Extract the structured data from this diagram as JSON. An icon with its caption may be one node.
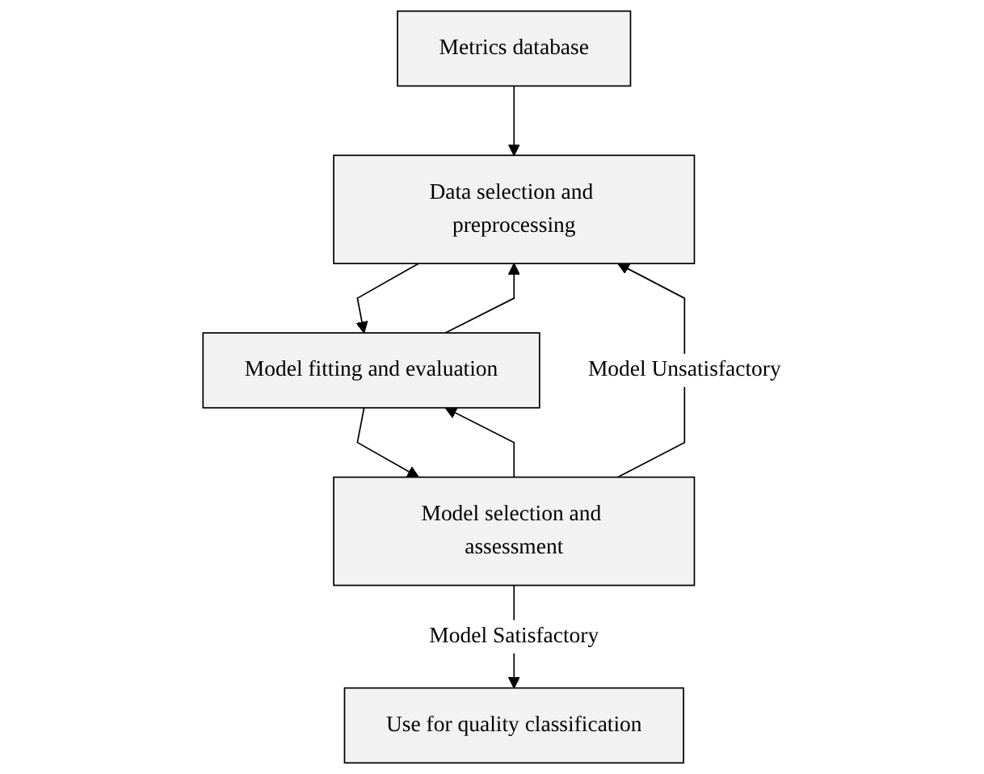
{
  "diagram": {
    "nodes": [
      {
        "text": [
          "Metrics database"
        ]
      },
      {
        "text": [
          "Data selection and preprocessing"
        ]
      },
      {
        "text": [
          "Model fitting and evaluation"
        ]
      },
      {
        "text": [
          "Model selection and assessment"
        ]
      },
      {
        "text": [
          "Use for quality classification"
        ]
      }
    ],
    "edges": [
      {
        "from": 0,
        "to": 1,
        "arrow": "to"
      },
      {
        "from": 1,
        "to": 2,
        "arrow": "to"
      },
      {
        "from": 2,
        "to": 1,
        "arrow": "to"
      },
      {
        "from": 2,
        "to": 3,
        "arrow": "to"
      },
      {
        "from": 3,
        "to": 2,
        "arrow": "to"
      },
      {
        "from": 3,
        "to": 1,
        "label": "Model Unsatisfactory",
        "arrow": "to"
      },
      {
        "from": 3,
        "to": 4,
        "label": "Model Satisfactory",
        "arrow": "to"
      }
    ]
  }
}
